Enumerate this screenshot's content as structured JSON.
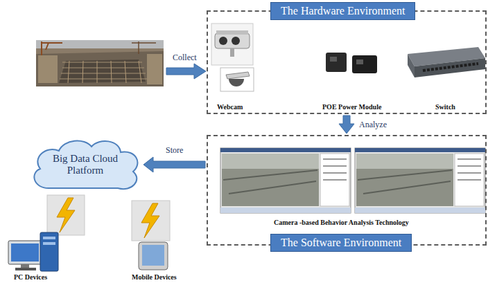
{
  "diagram": {
    "nodes": [
      {
        "text": [
          "The Hardware Environment",
          "Webcam",
          "POE Power Module",
          "Switch"
        ]
      },
      {
        "text": [
          "Camera -based Behavior Analysis Technology",
          "The Software Environment"
        ]
      },
      {
        "text": [
          "Big Data Cloud Platform"
        ]
      }
    ],
    "edges": [
      {
        "from": 0,
        "to": 1,
        "arrow": "to",
        "label": "Analyze"
      },
      {
        "from": 1,
        "to": 2,
        "arrow": "to",
        "label": "Store"
      }
    ],
    "labels": [
      "Collect",
      "PC Devices",
      "Mobile Devices"
    ]
  }
}
